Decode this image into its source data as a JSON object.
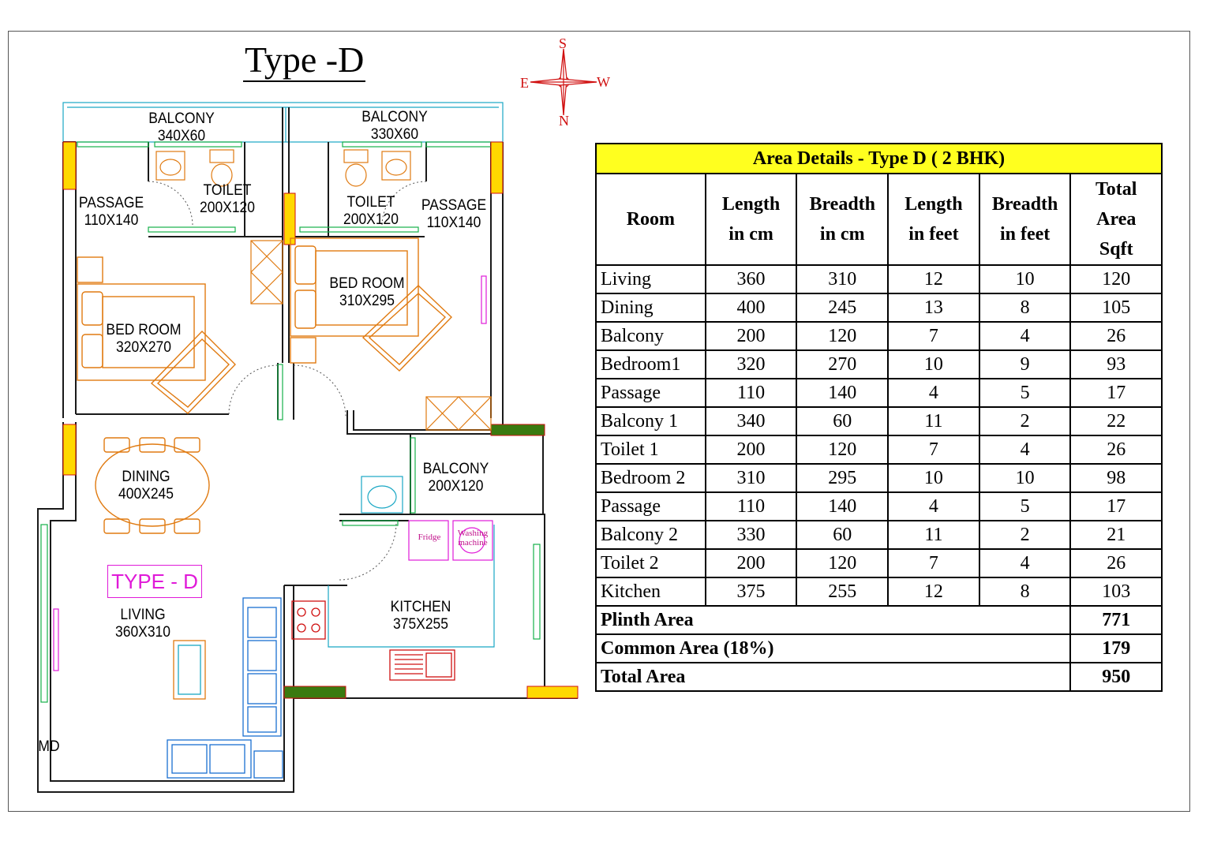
{
  "title": "Type -D",
  "compass": {
    "n": "N",
    "s": "S",
    "e": "E",
    "w": "W"
  },
  "plan": {
    "type_tag": "TYPE - D",
    "main_door": "MD",
    "rooms": [
      {
        "id": "balcony_left",
        "name": "BALCONY",
        "size": "340X60"
      },
      {
        "id": "balcony_right",
        "name": "BALCONY",
        "size": "330X60"
      },
      {
        "id": "passage_left",
        "name": "PASSAGE",
        "size": "110X140"
      },
      {
        "id": "toilet_left",
        "name": "TOILET",
        "size": "200X120"
      },
      {
        "id": "toilet_right",
        "name": "TOILET",
        "size": "200X120"
      },
      {
        "id": "passage_right",
        "name": "PASSAGE",
        "size": "110X140"
      },
      {
        "id": "bedroom_left",
        "name": "BED ROOM",
        "size": "320X270"
      },
      {
        "id": "bedroom_right",
        "name": "BED ROOM",
        "size": "310X295"
      },
      {
        "id": "dining",
        "name": "DINING",
        "size": "400X245"
      },
      {
        "id": "balcony_kitchen",
        "name": "BALCONY",
        "size": "200X120"
      },
      {
        "id": "living",
        "name": "LIVING",
        "size": "360X310"
      },
      {
        "id": "kitchen",
        "name": "KITCHEN",
        "size": "375X255"
      }
    ],
    "appliances": {
      "fridge": "Fridge",
      "washing_1": "Washing",
      "washing_2": "machine"
    }
  },
  "area_table": {
    "caption": "Area Details - Type D ( 2 BHK)",
    "headers": [
      {
        "l1": "Room",
        "l2": "",
        "l3": ""
      },
      {
        "l1": "Length",
        "l2": "in cm",
        "l3": ""
      },
      {
        "l1": "Breadth",
        "l2": "in cm",
        "l3": ""
      },
      {
        "l1": "Length",
        "l2": "in feet",
        "l3": ""
      },
      {
        "l1": "Breadth",
        "l2": "in feet",
        "l3": ""
      },
      {
        "l1": "Total",
        "l2": "Area",
        "l3": "Sqft"
      }
    ],
    "rows": [
      [
        "Living",
        "360",
        "310",
        "12",
        "10",
        "120"
      ],
      [
        "Dining",
        "400",
        "245",
        "13",
        "8",
        "105"
      ],
      [
        "Balcony",
        "200",
        "120",
        "7",
        "4",
        "26"
      ],
      [
        "Bedroom1",
        "320",
        "270",
        "10",
        "9",
        "93"
      ],
      [
        "Passage",
        "110",
        "140",
        "4",
        "5",
        "17"
      ],
      [
        "Balcony 1",
        "340",
        "60",
        "11",
        "2",
        "22"
      ],
      [
        "Toilet 1",
        "200",
        "120",
        "7",
        "4",
        "26"
      ],
      [
        "Bedroom 2",
        "310",
        "295",
        "10",
        "10",
        "98"
      ],
      [
        "Passage",
        "110",
        "140",
        "4",
        "5",
        "17"
      ],
      [
        "Balcony 2",
        "330",
        "60",
        "11",
        "2",
        "21"
      ],
      [
        "Toilet 2",
        "200",
        "120",
        "7",
        "4",
        "26"
      ],
      [
        "Kitchen",
        "375",
        "255",
        "12",
        "8",
        "103"
      ]
    ],
    "summary": [
      {
        "label": "Plinth Area",
        "value": "771"
      },
      {
        "label": "Common Area (18%)",
        "value": "179"
      },
      {
        "label": "Total Area",
        "value": "950"
      }
    ]
  },
  "colors": {
    "header_fill": "#ffff1f",
    "wall": "#1a1a1a",
    "window": "#16b04a",
    "door_frame": "#19a7c4",
    "furniture_bed": "#e07a10",
    "accent_magenta": "#e01ad8",
    "compass": "#d01010"
  }
}
